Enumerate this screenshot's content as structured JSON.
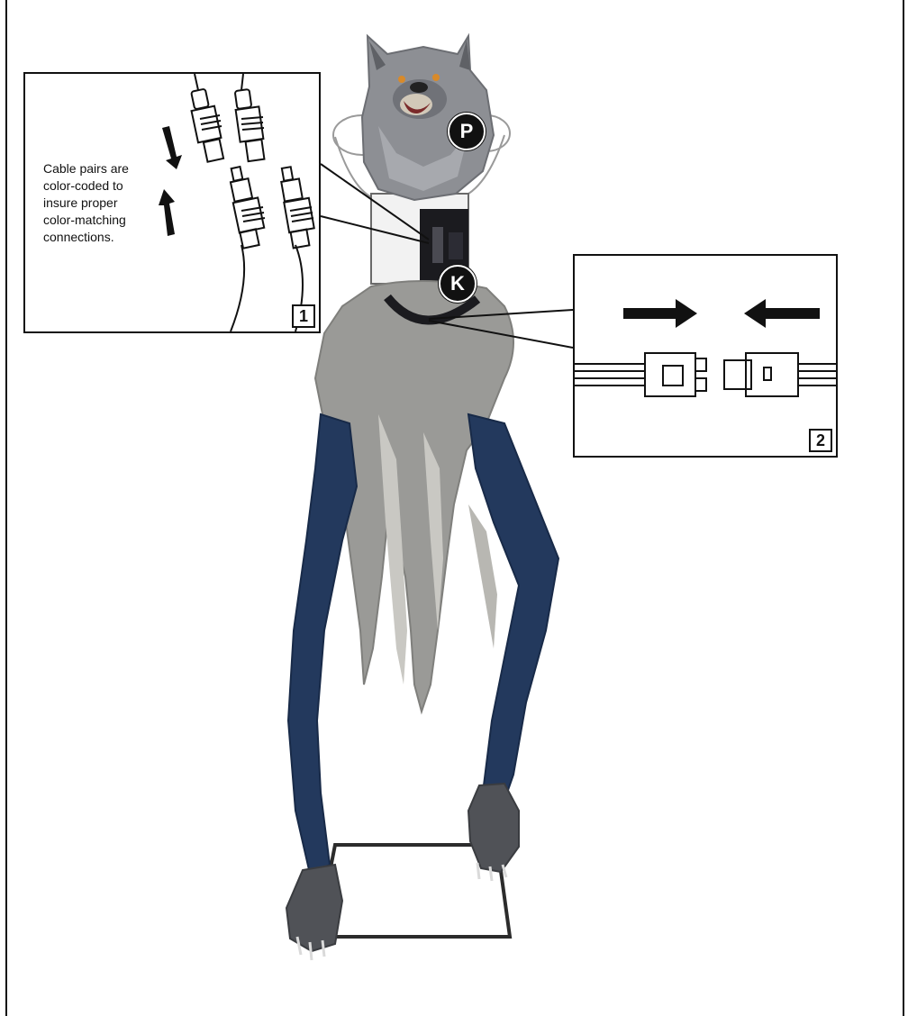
{
  "callouts": [
    {
      "step": "1",
      "text_lines": [
        "Cable pairs are",
        "color-coded to",
        "insure proper",
        "color-matching",
        "connections."
      ]
    },
    {
      "step": "2"
    }
  ],
  "part_labels": {
    "p": "P",
    "k": "K"
  },
  "colors": {
    "fur": "#8d8f94",
    "fur_dark": "#5f6166",
    "pants": "#23395d",
    "pants_dark": "#182a48",
    "cloth": "#9a9a97",
    "cloth_light": "#c9c8c3",
    "frame": "#2c2c2c",
    "ink": "#111111"
  }
}
